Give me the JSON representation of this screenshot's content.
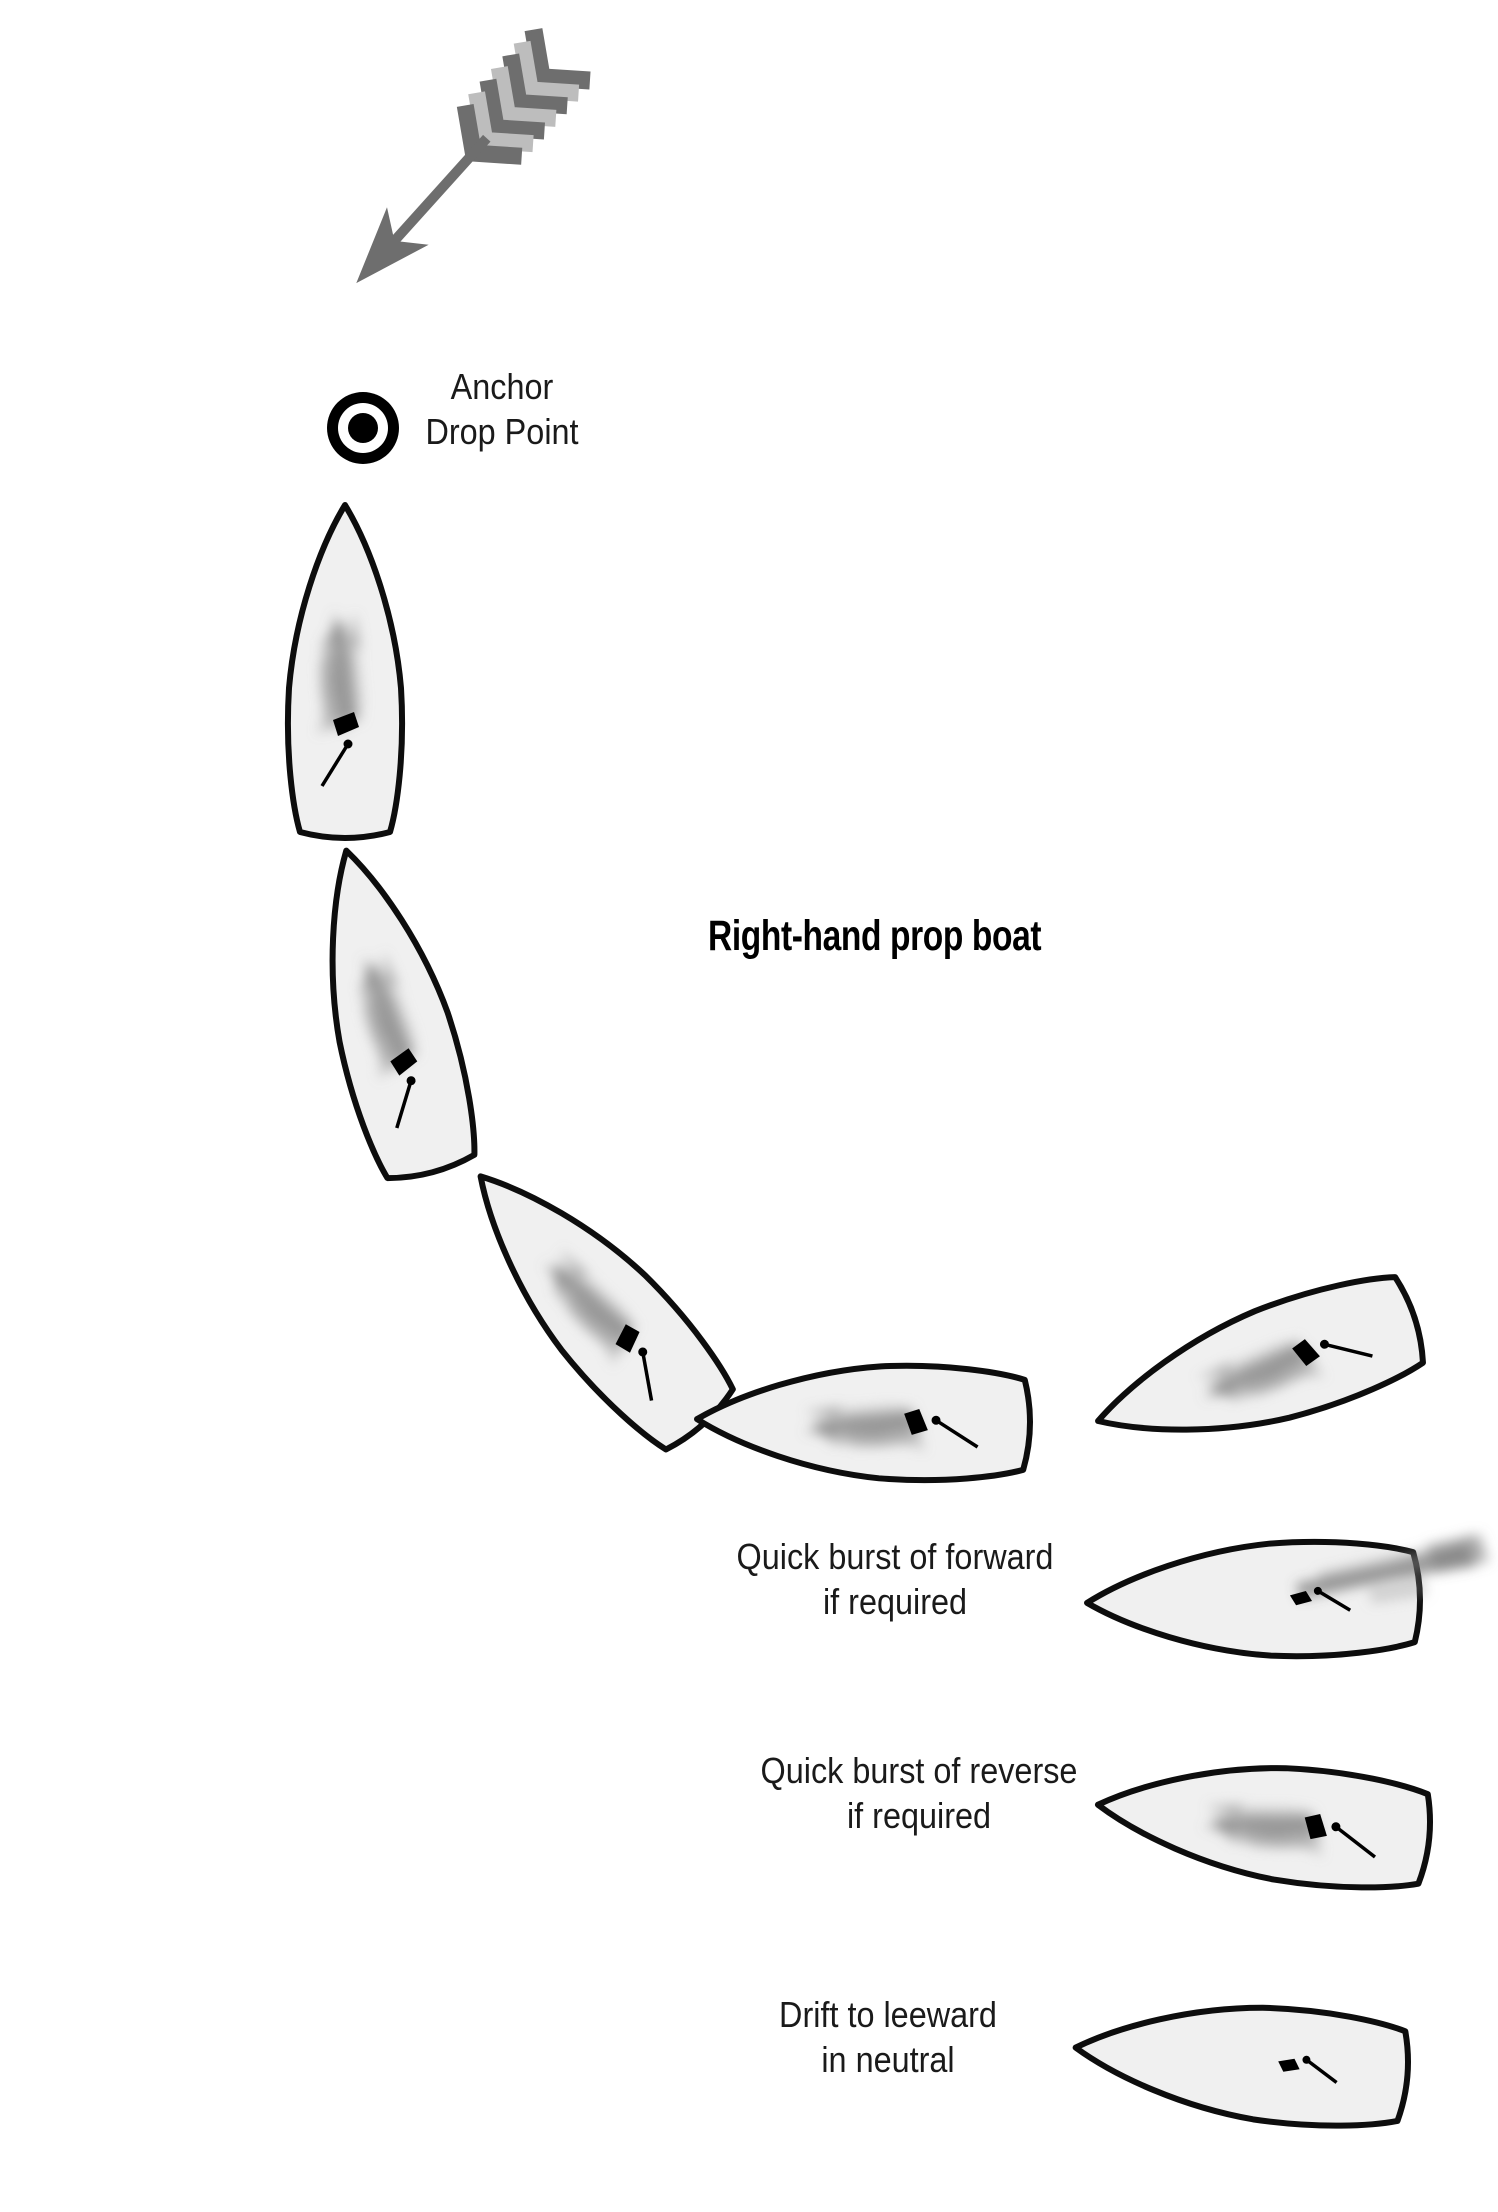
{
  "title": {
    "text": "Right-hand prop boat"
  },
  "anchor_marker": {
    "label_line1": "Anchor",
    "label_line2": "Drop Point"
  },
  "labels": {
    "forward": {
      "line1": "Quick burst of forward",
      "line2": "if required"
    },
    "reverse": {
      "line1": "Quick burst of reverse",
      "line2": "if required"
    },
    "drift": {
      "line1": "Drift to leeward",
      "line2": "in neutral"
    }
  },
  "icons": {
    "wind_arrow": "wind-direction-arrow",
    "anchor_marker": "bullseye-target"
  },
  "boats": [
    {
      "step": 1,
      "heading": "up toward anchor point",
      "prop_wash": true
    },
    {
      "step": 2,
      "heading": "up, swinging to port",
      "prop_wash": true
    },
    {
      "step": 3,
      "heading": "diagonal up-left",
      "prop_wash": true
    },
    {
      "step": 4,
      "heading": "left",
      "prop_wash": true
    },
    {
      "step": 5,
      "heading": "down-left",
      "prop_wash": true
    },
    {
      "step": 6,
      "heading": "left",
      "prop_wash": true
    },
    {
      "step": 7,
      "heading": "left",
      "prop_wash": true
    },
    {
      "step": 8,
      "heading": "left",
      "prop_wash": false
    }
  ],
  "colors": {
    "bg": "#ffffff",
    "text": "#1a1a1a",
    "hull_fill": "#f0f0f0",
    "hull_stroke": "#0d0d0d",
    "arrow_gray": "#6e6e6e",
    "feather_light": "#bdbdbd"
  }
}
